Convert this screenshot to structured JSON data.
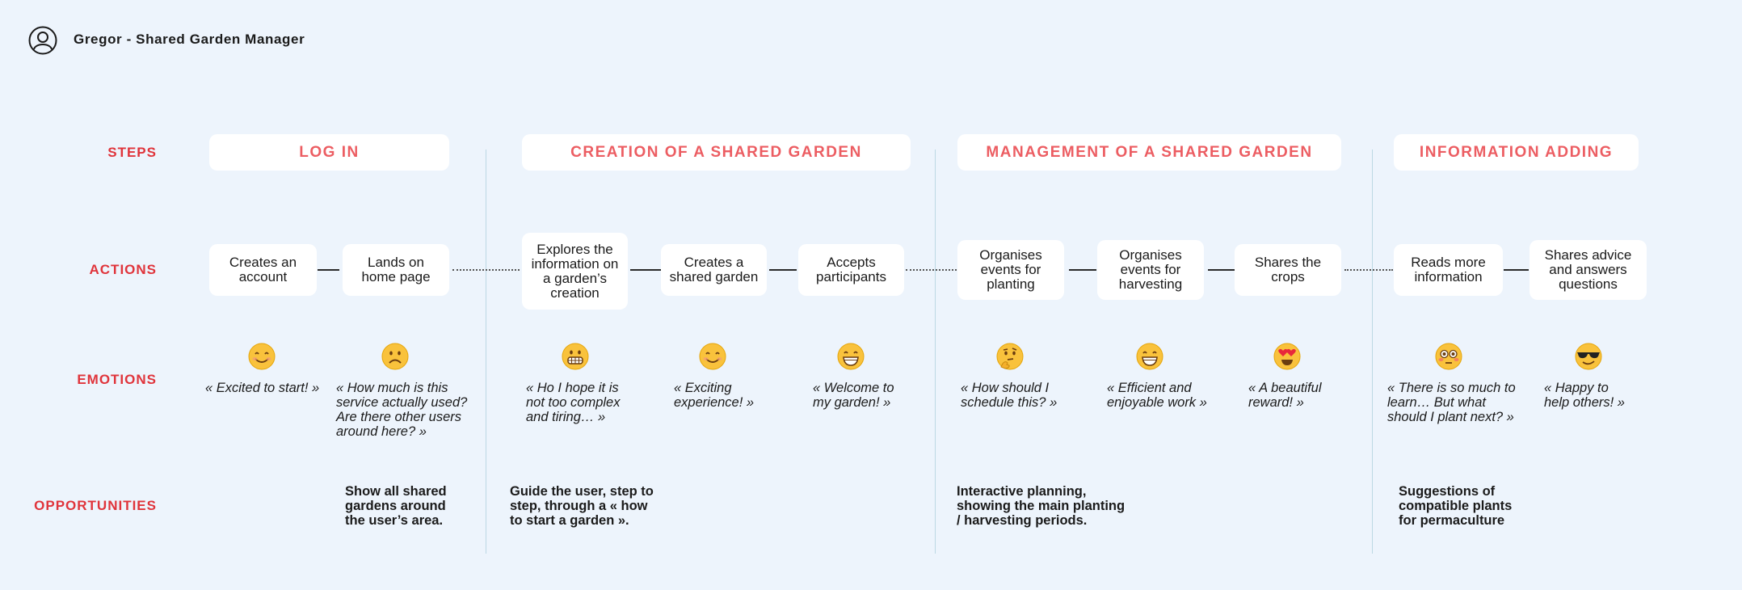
{
  "header": {
    "title": "Gregor - Shared Garden Manager",
    "avatar_icon": "user-circle-icon"
  },
  "row_labels": {
    "steps": "STEPS",
    "actions": "ACTIONS",
    "emotions": "EMOTIONS",
    "opportunities": "OPPORTUNITIES"
  },
  "steps": [
    "LOG IN",
    "CREATION OF A SHARED GARDEN",
    "MANAGEMENT OF A SHARED GARDEN",
    "INFORMATION ADDING"
  ],
  "actions": [
    "Creates an\naccount",
    "Lands on\nhome page",
    "Explores the\ninformation on\na garden’s\ncreation",
    "Creates a\nshared garden",
    "Accepts\nparticipants",
    "Organises\nevents for\nplanting",
    "Organises\nevents for\nharvesting",
    "Shares the\ncrops",
    "Reads more\ninformation",
    "Shares advice\nand answers\nquestions"
  ],
  "emotions": [
    {
      "icon": "smiling-face-icon",
      "quote": "« Excited to start! »"
    },
    {
      "icon": "frowning-face-icon",
      "quote": "« How much is this\nservice actually used?\nAre there other users\naround here? »"
    },
    {
      "icon": "grimacing-face-icon",
      "quote": "« Ho I hope it is\nnot too complex\nand tiring… »"
    },
    {
      "icon": "smiling-face-icon",
      "quote": "« Exciting\nexperience! »"
    },
    {
      "icon": "grinning-face-icon",
      "quote": "« Welcome to\nmy garden! »"
    },
    {
      "icon": "thinking-face-icon",
      "quote": "« How should I\nschedule this? »"
    },
    {
      "icon": "grinning-face-icon",
      "quote": "« Efficient and\nenjoyable work »"
    },
    {
      "icon": "heart-eyes-face-icon",
      "quote": "« A beautiful\nreward! »"
    },
    {
      "icon": "flushed-face-icon",
      "quote": "« There is so much to\nlearn… But what\nshould I plant next? »"
    },
    {
      "icon": "sunglasses-face-icon",
      "quote": "« Happy to\nhelp others! »"
    }
  ],
  "opportunities": [
    "Show all shared\ngardens around\nthe user’s area.",
    "Guide the user, step to\nstep, through a « how\nto start a garden ».",
    "Interactive planning,\nshowing the main planting\n/ harvesting periods.",
    "Suggestions of\ncompatible plants\nfor permaculture"
  ],
  "colors": {
    "background": "#edf4fc",
    "accent_red": "#e0343b",
    "step_text": "#ec5d62",
    "emoji_yellow": "#f9c23c"
  }
}
